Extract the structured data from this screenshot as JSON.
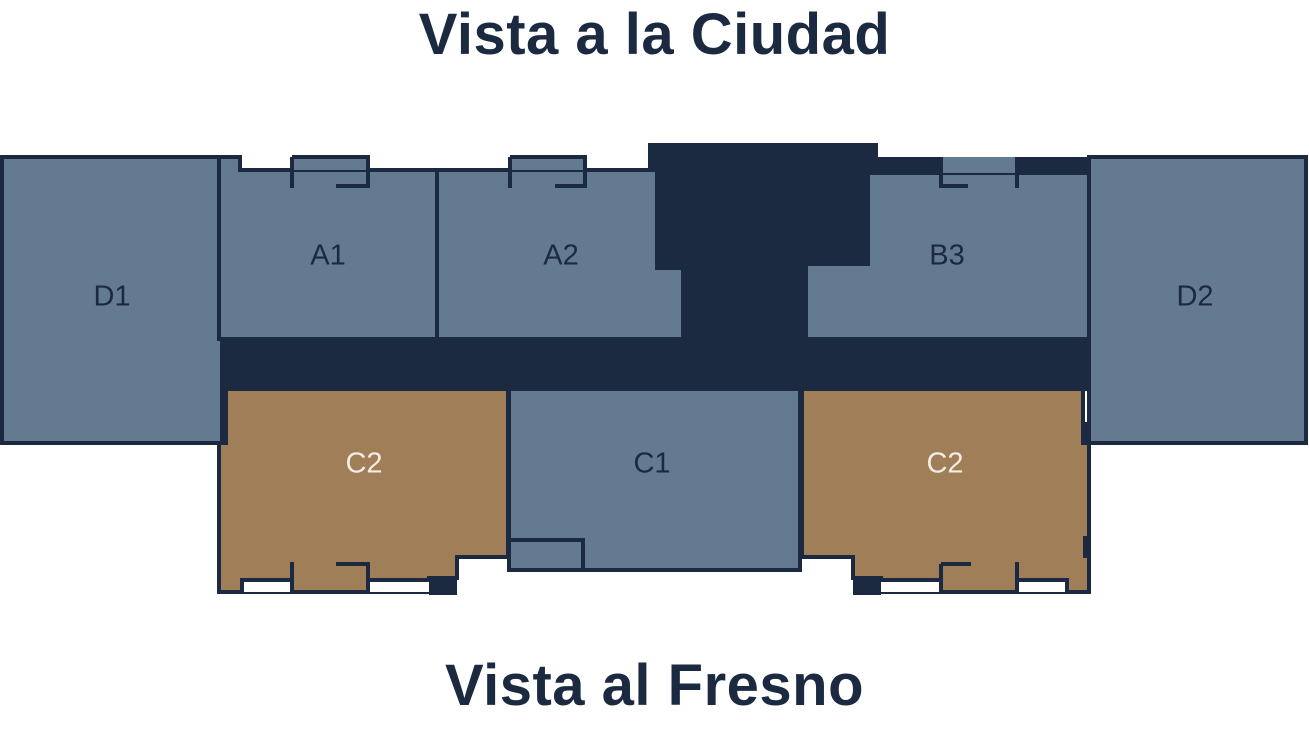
{
  "header": {
    "title": "Vista a la Ciudad"
  },
  "footer": {
    "title": "Vista al Fresno"
  },
  "colors": {
    "available": "#647a90",
    "highlighted": "#a07e58",
    "core": "#1b2a41",
    "label_dark": "#1b2a41",
    "label_light": "#f3ede4"
  },
  "units": [
    {
      "label": "D1",
      "status": "available"
    },
    {
      "label": "A1",
      "status": "available"
    },
    {
      "label": "A2",
      "status": "available"
    },
    {
      "label": "B3",
      "status": "available"
    },
    {
      "label": "D2",
      "status": "available"
    },
    {
      "label": "C2",
      "status": "highlighted"
    },
    {
      "label": "C1",
      "status": "available"
    },
    {
      "label": "C2",
      "status": "highlighted"
    }
  ]
}
